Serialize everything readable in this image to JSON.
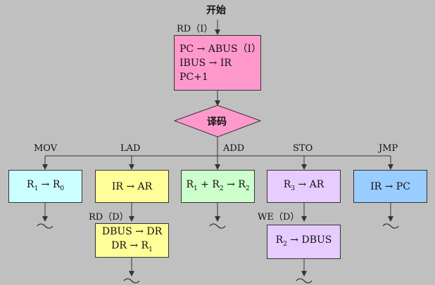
{
  "start_label": "开始",
  "fetch": {
    "signal": "RD（I）",
    "lines": [
      "PC → ABUS（I）",
      "IBUS → IR",
      "PC+1"
    ]
  },
  "decode_label": "译码",
  "branches": {
    "mov": {
      "name": "MOV",
      "op_prefix": "R",
      "op_sub1": "1",
      "op_arrow": " → R",
      "op_sub2": "0"
    },
    "lad": {
      "name": "LAD",
      "op": "IR → AR",
      "signal": "RD（D）",
      "op2_line1": "DBUS → DR",
      "op2_prefix": "DR → R",
      "op2_sub": "1"
    },
    "add": {
      "name": "ADD",
      "p1": "R",
      "s1": "1",
      "p2": " + R",
      "s2": "2",
      "p3": " → R",
      "s3": "2"
    },
    "sto": {
      "name": "STO",
      "op_prefix": "R",
      "op_sub": "3",
      "op_suffix": " → AR",
      "signal": "WE（D）",
      "op2_prefix": "R",
      "op2_sub": "2",
      "op2_suffix": " → DBUS"
    },
    "jmp": {
      "name": "JMP",
      "op": "IR → PC"
    }
  },
  "colors": {
    "background": "#c0c0c0",
    "fetch_box": "#ff99cc",
    "decode": "#ff99cc",
    "mov_box": "#ccffff",
    "lad_box": "#ffff99",
    "add_box": "#ccffcc",
    "sto_box": "#e6ccff",
    "jmp_box": "#99ccff"
  }
}
